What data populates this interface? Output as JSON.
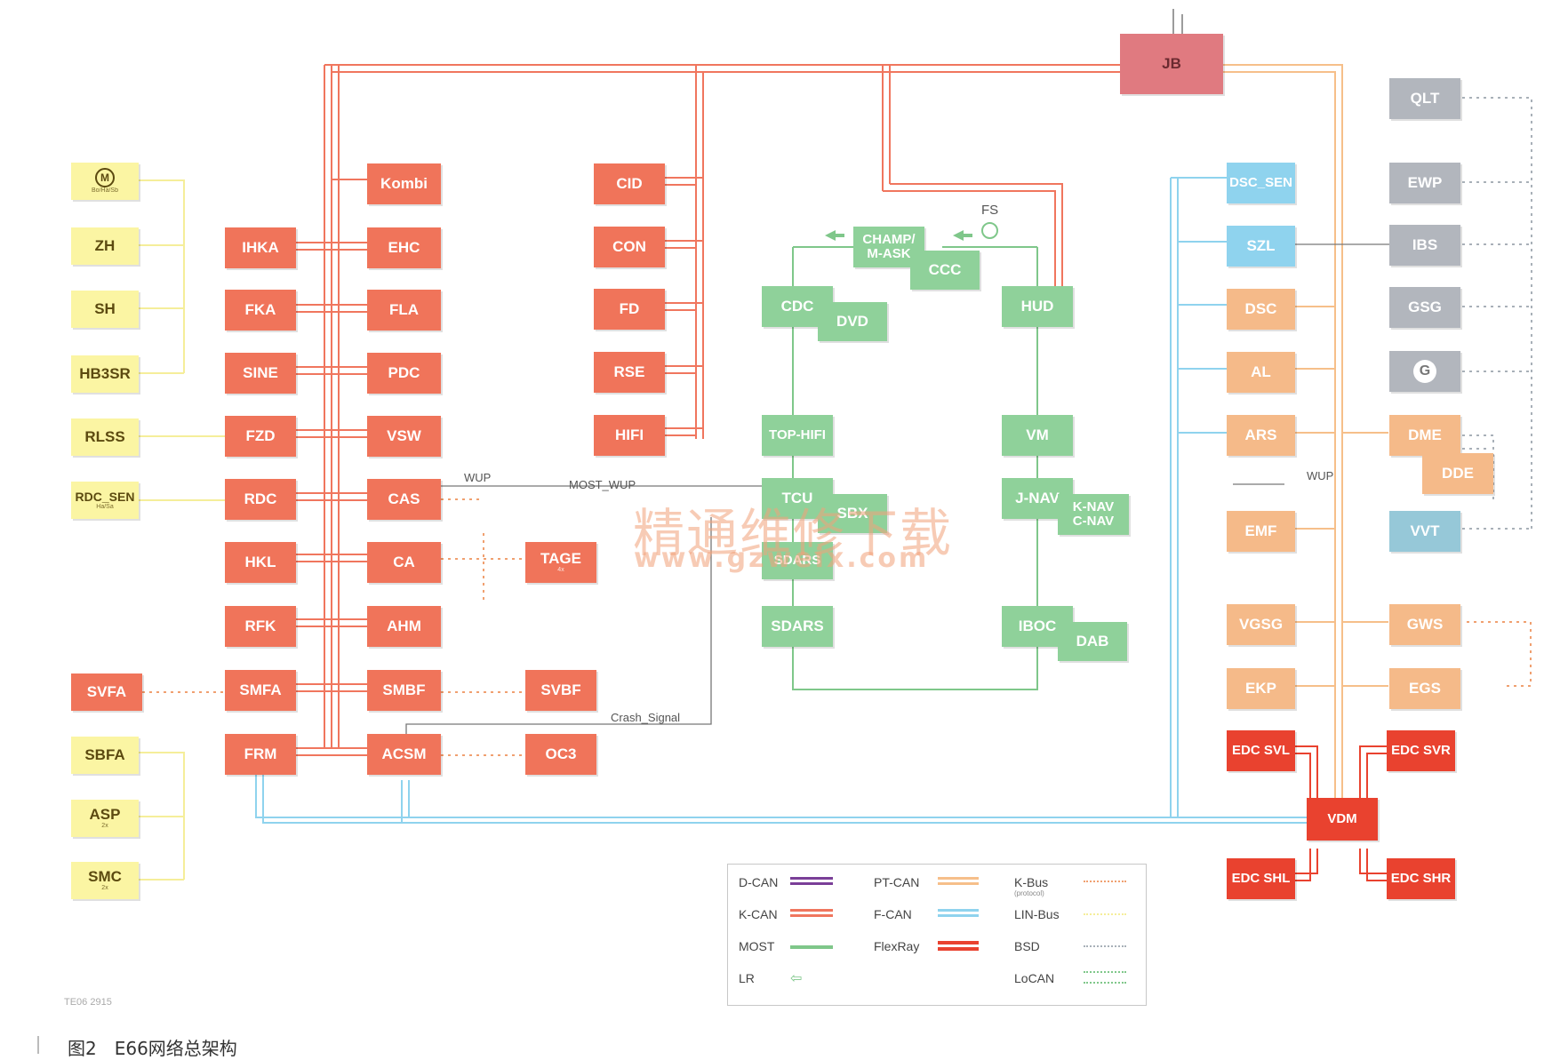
{
  "caption": "图2　E66网络总架构",
  "reference": "TE06 2915",
  "watermark": {
    "cn": "精通维修下载",
    "url": "www.gzweix.com"
  },
  "ecus": {
    "m": {
      "label": "M",
      "sub": "Bo/Ha/Sb"
    },
    "zh": {
      "label": "ZH"
    },
    "sh": {
      "label": "SH"
    },
    "hb3sr": {
      "label": "HB3SR"
    },
    "rlss": {
      "label": "RLSS"
    },
    "rdc_sen": {
      "label": "RDC_SEN",
      "sub": "Ha/Sa"
    },
    "svfa": {
      "label": "SVFA"
    },
    "sbfa": {
      "label": "SBFA"
    },
    "asp": {
      "label": "ASP",
      "sub": "2x"
    },
    "smc": {
      "label": "SMC",
      "sub": "2x"
    },
    "ihka": {
      "label": "IHKA"
    },
    "fka": {
      "label": "FKA"
    },
    "sine": {
      "label": "SINE"
    },
    "fzd": {
      "label": "FZD"
    },
    "rdc": {
      "label": "RDC"
    },
    "hkl": {
      "label": "HKL"
    },
    "rfk": {
      "label": "RFK"
    },
    "smfa": {
      "label": "SMFA"
    },
    "frm": {
      "label": "FRM"
    },
    "kombi": {
      "label": "Kombi"
    },
    "ehc": {
      "label": "EHC"
    },
    "fla": {
      "label": "FLA"
    },
    "pdc": {
      "label": "PDC"
    },
    "vsw": {
      "label": "VSW"
    },
    "cas": {
      "label": "CAS"
    },
    "ca": {
      "label": "CA"
    },
    "ahm": {
      "label": "AHM"
    },
    "smbf": {
      "label": "SMBF"
    },
    "acsm": {
      "label": "ACSM"
    },
    "tage": {
      "label": "TAGE",
      "sub": "4x"
    },
    "svbf": {
      "label": "SVBF"
    },
    "oc3": {
      "label": "OC3"
    },
    "cid": {
      "label": "CID"
    },
    "con": {
      "label": "CON"
    },
    "fd": {
      "label": "FD"
    },
    "rse": {
      "label": "RSE"
    },
    "hifi": {
      "label": "HIFI"
    },
    "champ": {
      "label": "CHAMP/\nM-ASK"
    },
    "ccc": {
      "label": "CCC"
    },
    "cdc": {
      "label": "CDC"
    },
    "dvd": {
      "label": "DVD"
    },
    "hud": {
      "label": "HUD"
    },
    "tophifi": {
      "label": "TOP-HIFI"
    },
    "vm": {
      "label": "VM"
    },
    "tcu": {
      "label": "TCU"
    },
    "sbx": {
      "label": "SBX"
    },
    "sdars_top": {
      "label": "SDARS"
    },
    "jnav": {
      "label": "J-NAV"
    },
    "knav": {
      "label": "K-NAV\nC-NAV"
    },
    "sdars": {
      "label": "SDARS"
    },
    "iboc": {
      "label": "IBOC"
    },
    "dab": {
      "label": "DAB"
    },
    "jb": {
      "label": "JB"
    },
    "dsc_sen": {
      "label": "DSC_SEN"
    },
    "szl": {
      "label": "SZL"
    },
    "dsc": {
      "label": "DSC"
    },
    "al": {
      "label": "AL"
    },
    "ars": {
      "label": "ARS"
    },
    "emf": {
      "label": "EMF"
    },
    "vgsg": {
      "label": "VGSG"
    },
    "ekp": {
      "label": "EKP"
    },
    "edc_svl": {
      "label": "EDC SVL"
    },
    "edc_svr": {
      "label": "EDC SVR"
    },
    "vdm": {
      "label": "VDM"
    },
    "edc_shl": {
      "label": "EDC SHL"
    },
    "edc_shr": {
      "label": "EDC SHR"
    },
    "qlt": {
      "label": "QLT"
    },
    "ewp": {
      "label": "EWP"
    },
    "ibs": {
      "label": "IBS"
    },
    "gsg": {
      "label": "GSG"
    },
    "g": {
      "label": "G"
    },
    "dme": {
      "label": "DME"
    },
    "dde": {
      "label": "DDE"
    },
    "vvt": {
      "label": "VVT"
    },
    "gws": {
      "label": "GWS"
    },
    "egs": {
      "label": "EGS"
    }
  },
  "signals": {
    "wup_left": "WUP",
    "most_wup": "MOST_WUP",
    "crash_signal": "Crash_Signal",
    "wup_right": "WUP",
    "fs": "FS"
  },
  "legend": {
    "items": [
      {
        "label": "D-CAN",
        "color": "#7a3f98",
        "style": "double"
      },
      {
        "label": "K-CAN",
        "color": "#f0765e",
        "style": "double"
      },
      {
        "label": "MOST",
        "color": "#7fc78a",
        "style": "single"
      },
      {
        "label": "LR",
        "color": "#7fc78a",
        "style": "arrow"
      },
      {
        "label": "PT-CAN",
        "color": "#f6bf8a",
        "style": "double"
      },
      {
        "label": "F-CAN",
        "color": "#8fd3ee",
        "style": "double"
      },
      {
        "label": "FlexRay",
        "color": "#e9422f",
        "style": "double"
      },
      {
        "label": "K-Bus",
        "sub": "(protocol)",
        "color": "#f0a070",
        "style": "dots"
      },
      {
        "label": "LIN-Bus",
        "color": "#f5ee9a",
        "style": "dots"
      },
      {
        "label": "BSD",
        "color": "#a8b0b8",
        "style": "dots"
      },
      {
        "label": "LoCAN",
        "color": "#7fc78a",
        "style": "dots2"
      }
    ]
  },
  "colors": {
    "kcan": "#f0765e",
    "ptcan": "#f6bf8a",
    "fcan": "#8fd3ee",
    "most": "#7fc78a",
    "flexray": "#e9422f",
    "lin": "#f5ee9a",
    "bsd": "#a8b0b8"
  }
}
